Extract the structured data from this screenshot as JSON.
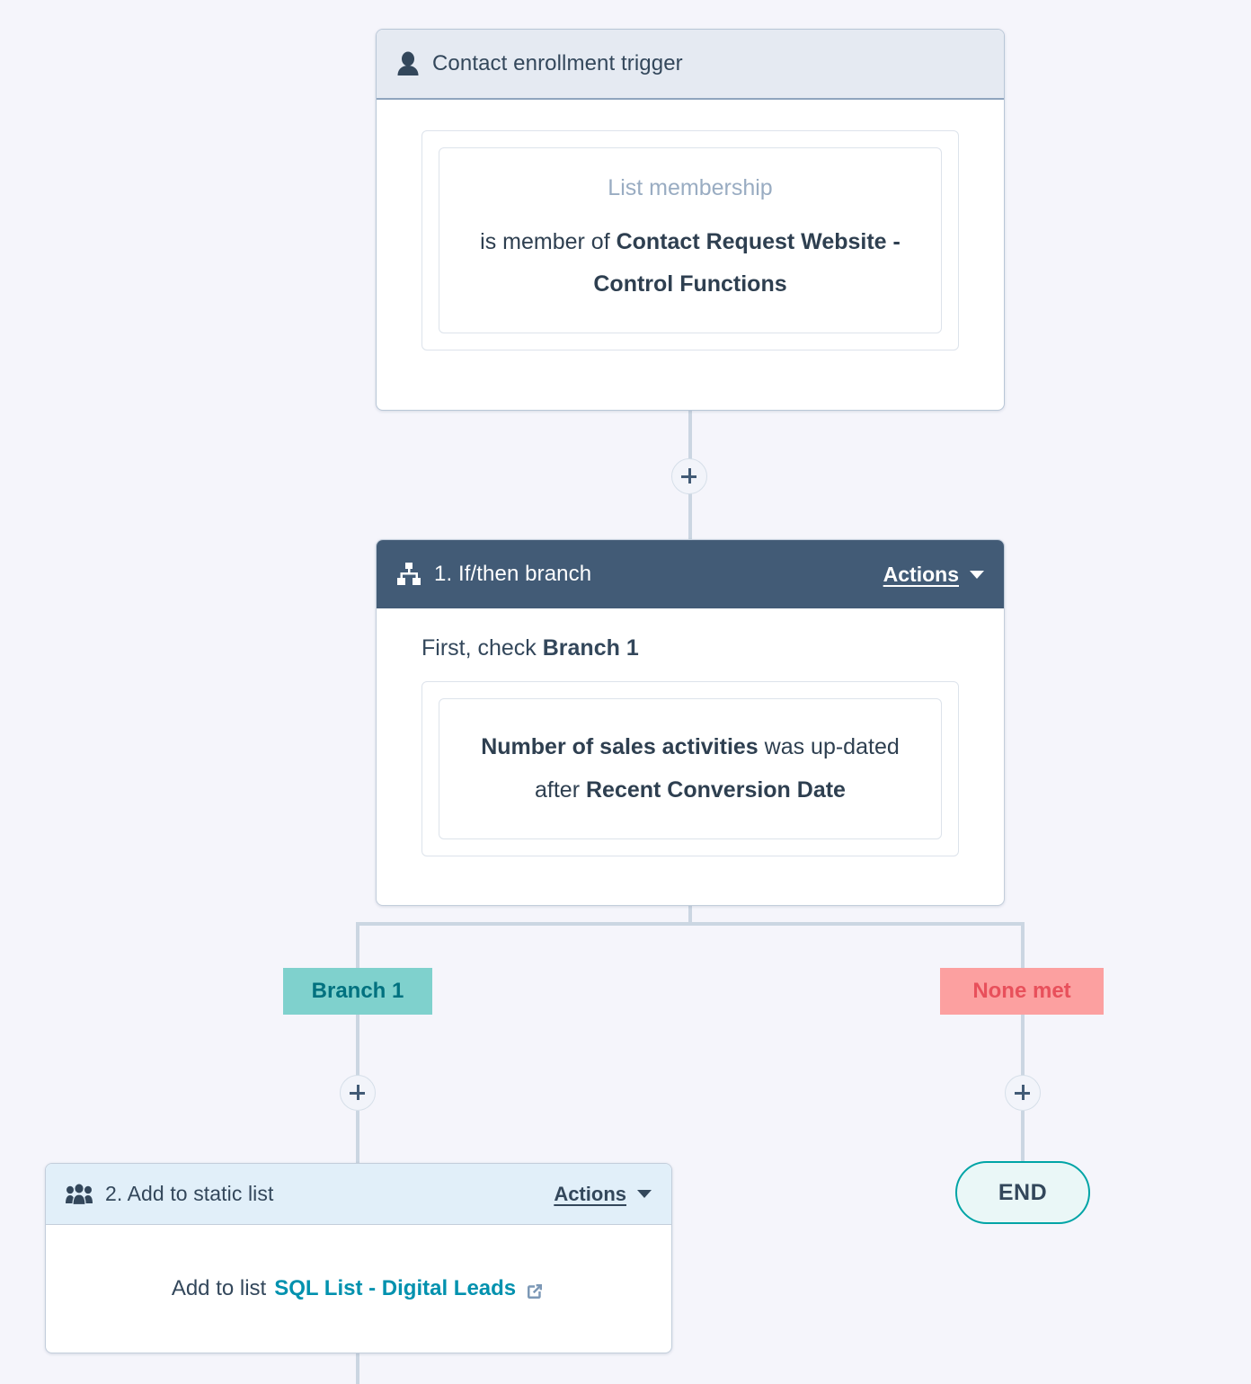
{
  "workflow": {
    "background_color": "#F5F5FB",
    "connector_color": "#CBD6E2"
  },
  "trigger": {
    "icon": "contact-person-icon",
    "title": "Contact enrollment trigger",
    "filter": {
      "property_label": "List membership",
      "operator_text": "is member of ",
      "value_text": "Contact Request Website - Control Functions"
    }
  },
  "branch_step": {
    "icon": "sitemap-branch-icon",
    "title": "1. If/then branch",
    "actions_label": "Actions",
    "actions_caret_icon": "chevron-down-icon",
    "intro_text": "First, check ",
    "intro_branch_name": "Branch 1",
    "condition": {
      "property_text": "Number of sales activities",
      "middle_text": " was up-dated after ",
      "value_text": "Recent Conversion Date"
    }
  },
  "branch_outcomes": [
    {
      "label": "Branch 1",
      "background_color": "#7FD1CD",
      "text_color": "#00717F"
    },
    {
      "label": "None met",
      "background_color": "#FCA0A0",
      "text_color": "#E8505B"
    }
  ],
  "list_step": {
    "icon": "group-people-icon",
    "title": "2. Add to static list",
    "actions_label": "Actions",
    "actions_caret_icon": "chevron-down-icon",
    "body_prefix": "Add to list",
    "list_name": "SQL List - Digital Leads",
    "external_link_icon": "external-link-icon",
    "link_color": "#0091AE"
  },
  "end_node": {
    "label": "END",
    "border_color": "#00A4A6"
  },
  "add_buttons": [
    {
      "name": "add-step-after-trigger",
      "icon": "plus-icon"
    },
    {
      "name": "add-step-branch-1",
      "icon": "plus-icon"
    },
    {
      "name": "add-step-none-met",
      "icon": "plus-icon"
    }
  ]
}
